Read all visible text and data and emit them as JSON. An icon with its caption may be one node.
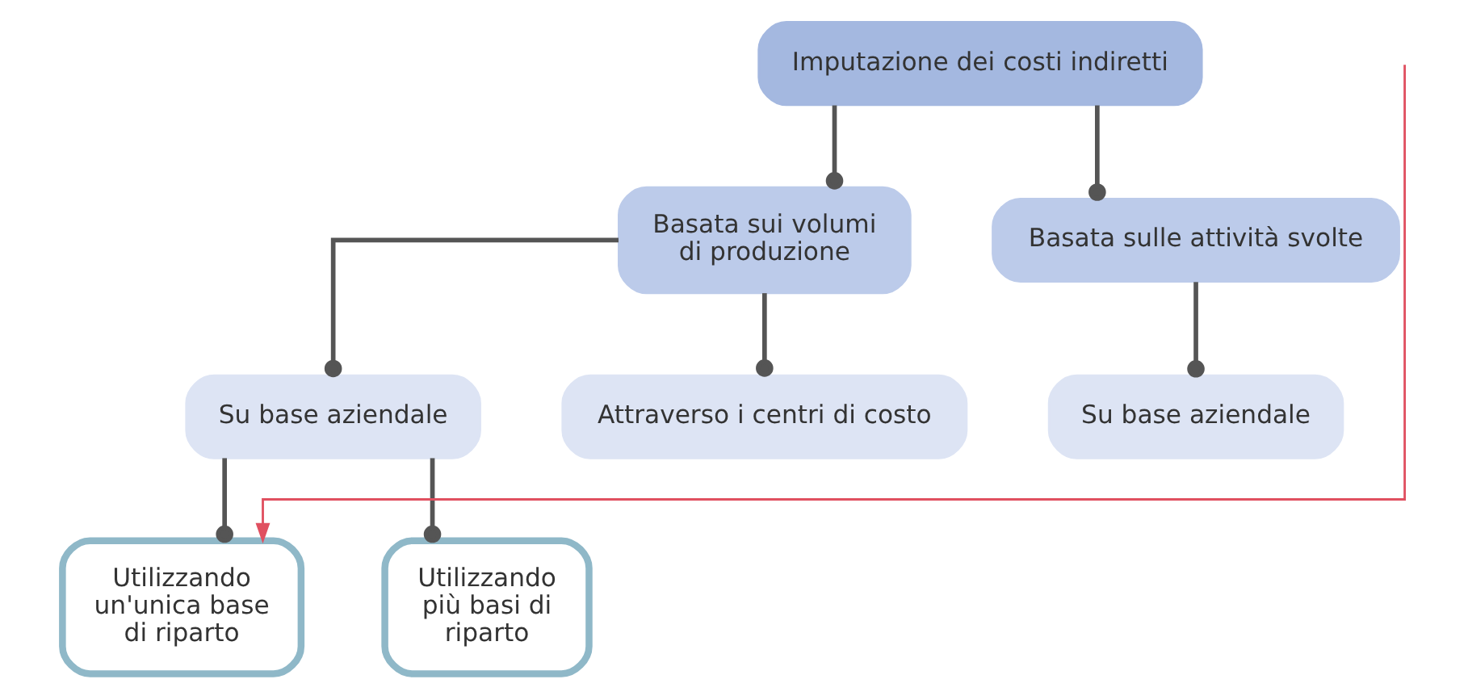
{
  "diagram": {
    "nodes": [
      {
        "text": [
          "Imputazione dei costi indiretti"
        ]
      },
      {
        "text": [
          "Basata sui volumi di produzione"
        ]
      },
      {
        "text": [
          "Basata sulle attività svolte"
        ]
      },
      {
        "text": [
          "Su base aziendale"
        ]
      },
      {
        "text": [
          "Attraverso i centri di costo"
        ]
      },
      {
        "text": [
          "Su base aziendale"
        ]
      },
      {
        "text": [
          "Utilizzando un'unica base di riparto"
        ]
      },
      {
        "text": [
          "Utilizzando più basi di riparto"
        ]
      }
    ],
    "edges": [
      {
        "from": 0,
        "to": 1,
        "arrow": "other"
      },
      {
        "from": 0,
        "to": 2,
        "arrow": "other"
      },
      {
        "from": 1,
        "to": 3,
        "arrow": "other"
      },
      {
        "from": 1,
        "to": 4,
        "arrow": "other"
      },
      {
        "from": 2,
        "to": 5,
        "arrow": "other"
      },
      {
        "from": 3,
        "to": 6,
        "arrow": "other"
      },
      {
        "from": 3,
        "to": 7,
        "arrow": "other"
      },
      {
        "from": null,
        "to": 6,
        "arrow": "to",
        "color": "#e05060"
      }
    ]
  }
}
